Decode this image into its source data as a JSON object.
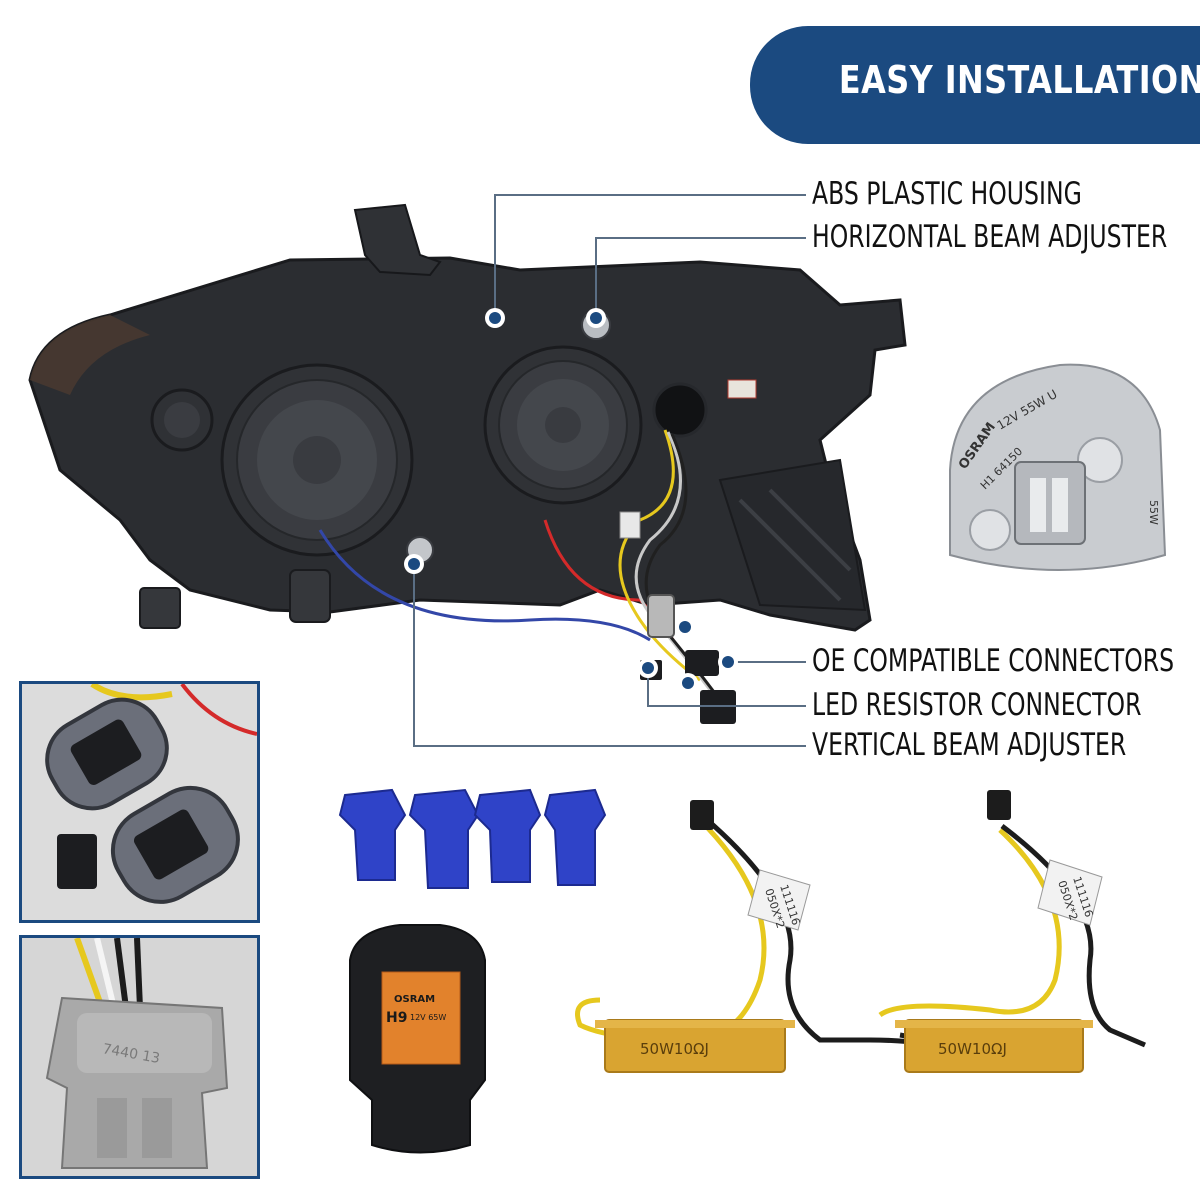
{
  "banner": {
    "title": "EASY INSTALLATION",
    "color": "#1b4a80"
  },
  "callouts": {
    "abs_housing": "ABS PLASTIC HOUSING",
    "horizontal_adjuster": "HORIZONTAL BEAM ADJUSTER",
    "oe_connectors": "OE COMPATIBLE CONNECTORS",
    "led_resistor": "LED RESISTOR CONNECTOR",
    "vertical_adjuster": "VERTICAL BEAM ADJUSTER"
  },
  "bulb_h1": {
    "brand": "OSRAM",
    "spec": "12V 55W U",
    "code": "H1 64150",
    "watt": "55W"
  },
  "bulb_h9": {
    "brand": "OSRAM",
    "model": "H9",
    "spec": "12V 65W"
  },
  "resistors": [
    {
      "marking": "50W10ΩJ",
      "tag_line1": "050X*2",
      "tag_line2": "111116"
    },
    {
      "marking": "50W10ΩJ",
      "tag_line1": "050X*2",
      "tag_line2": "111116"
    }
  ],
  "socket_panel": {
    "mark": "7440 13"
  },
  "colors": {
    "accent": "#1b4a80",
    "housing": "#2b2d31",
    "resistor_gold": "#d9a431",
    "tap_connector": "#2f43c8",
    "wire_yellow": "#e6c81e"
  }
}
